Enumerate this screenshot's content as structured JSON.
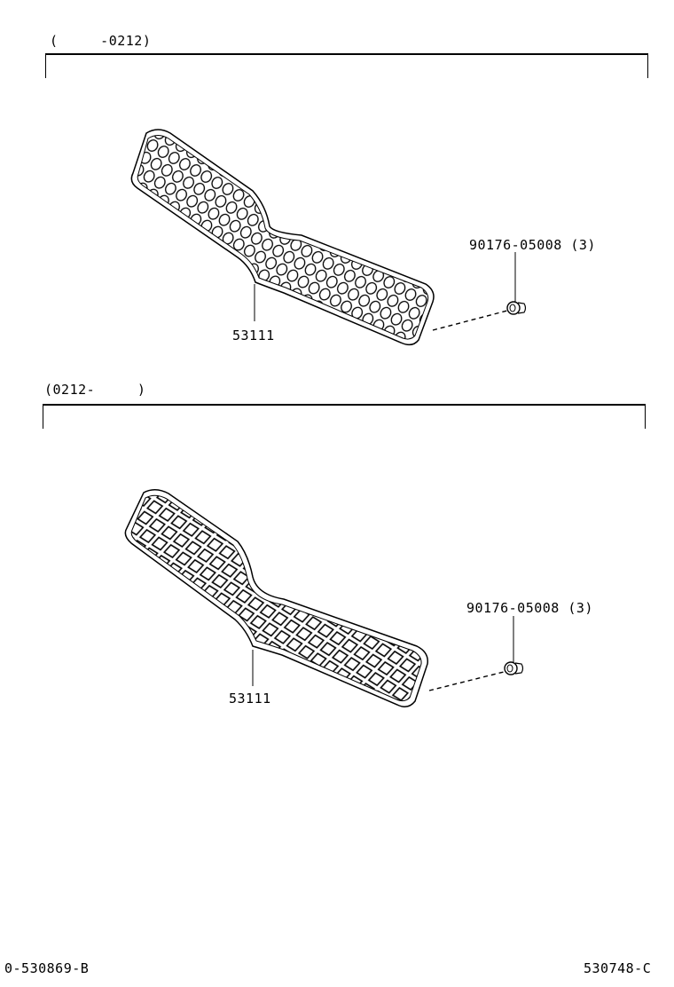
{
  "sections": [
    {
      "range_label": "(     -0212)",
      "part_main": {
        "number": "53111",
        "pattern": "round-holes"
      },
      "part_clip": {
        "number": "90176-05008 (3)"
      }
    },
    {
      "range_label": "(0212-     )",
      "part_main": {
        "number": "53111",
        "pattern": "diamond-grid"
      },
      "part_clip": {
        "number": "90176-05008 (3)"
      }
    }
  ],
  "footer": {
    "left_code": "0-530869-B",
    "right_code": "530748-C"
  }
}
